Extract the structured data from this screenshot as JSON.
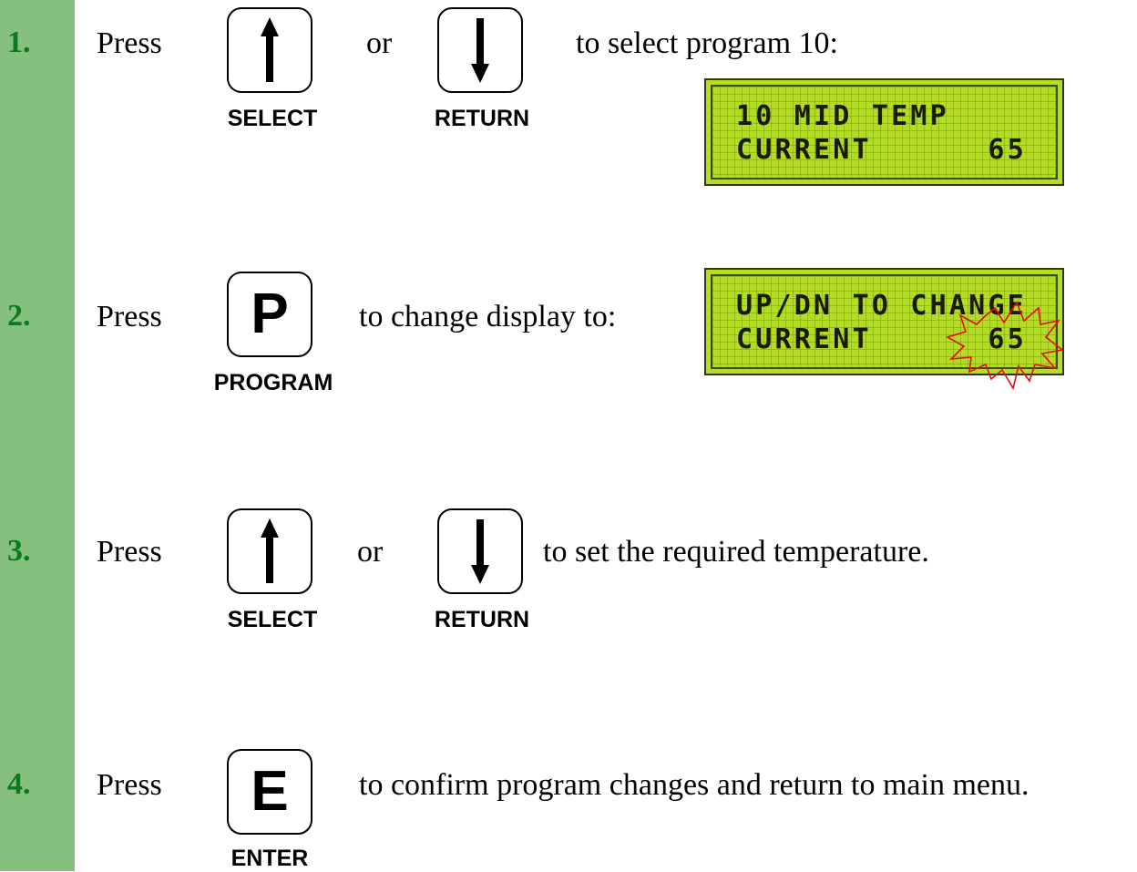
{
  "steps": [
    {
      "number": "1.",
      "press": "Press",
      "or": "or",
      "text": "to select program 10:",
      "keys": [
        {
          "label": "SELECT",
          "icon": "arrow-up-icon"
        },
        {
          "label": "RETURN",
          "icon": "arrow-down-icon"
        }
      ],
      "display": {
        "line1": "10 MID TEMP",
        "line2": "CURRENT      65"
      }
    },
    {
      "number": "2.",
      "press": "Press",
      "text": "to change display to:",
      "keys": [
        {
          "label": "PROGRAM",
          "symbol": "P"
        }
      ],
      "display": {
        "line1": "UP/DN TO CHANGE",
        "line2": "CURRENT      65"
      }
    },
    {
      "number": "3.",
      "press": "Press",
      "or": "or",
      "text": "to set the required temperature.",
      "keys": [
        {
          "label": "SELECT",
          "icon": "arrow-up-icon"
        },
        {
          "label": "RETURN",
          "icon": "arrow-down-icon"
        }
      ]
    },
    {
      "number": "4.",
      "press": "Press",
      "text": "to confirm program changes and return to main menu.",
      "keys": [
        {
          "label": "ENTER",
          "symbol": "E"
        }
      ]
    }
  ],
  "colors": {
    "sidebar": "#86c07f",
    "step_number": "#0a7a20",
    "lcd_background": "#b7de1e",
    "highlight_burst": "#e01010"
  }
}
